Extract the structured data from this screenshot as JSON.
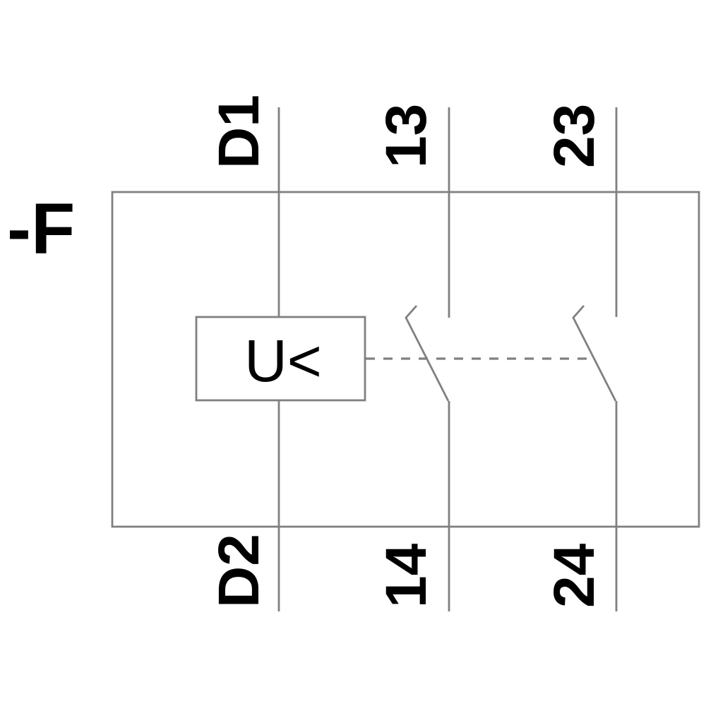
{
  "diagram": {
    "device_designator": "-F",
    "coil_symbol": "U<",
    "terminals": {
      "top": [
        "D1",
        "13",
        "23"
      ],
      "bottom": [
        "D2",
        "14",
        "24"
      ]
    }
  },
  "colors": {
    "line": "#808080",
    "text": "#000000",
    "background": "#ffffff"
  }
}
